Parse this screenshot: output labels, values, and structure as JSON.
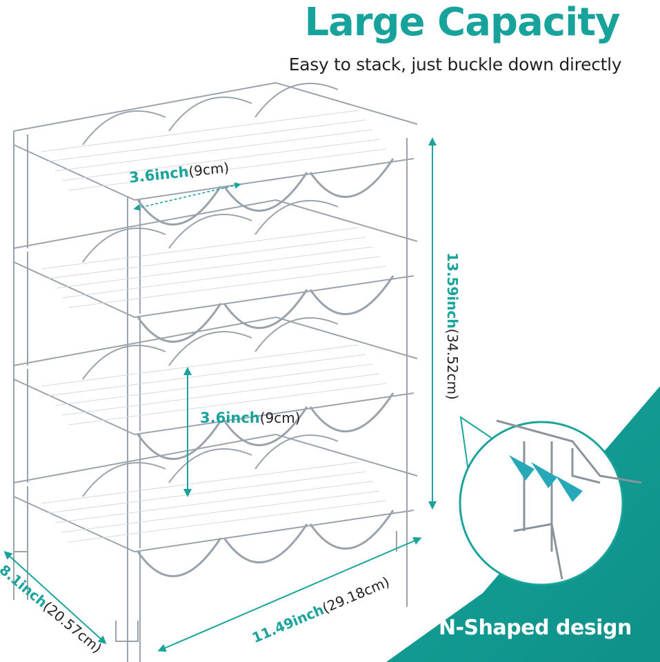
{
  "headline": "Large Capacity",
  "tagline": "Easy to stack, just buckle down directly",
  "dimensions": {
    "bottle_gap": {
      "value": "3.6inch",
      "metric": "(9cm)"
    },
    "tier_height": {
      "value": "3.6inch",
      "metric": "(9cm)"
    },
    "total_height": {
      "value": "13.59inch",
      "metric": "(34.52cm)"
    },
    "depth": {
      "value": "8.1inch",
      "metric": "(20.57cm)"
    },
    "width": {
      "value": "11.49inch",
      "metric": "(29.18cm)"
    }
  },
  "callout": {
    "label": "N-Shaped design"
  },
  "colors": {
    "accent": "#1aa39b",
    "text": "#222222",
    "plastic": "#9aa3ab"
  },
  "rack": {
    "tiers": 4,
    "bottle_slots_per_tier": 3
  }
}
